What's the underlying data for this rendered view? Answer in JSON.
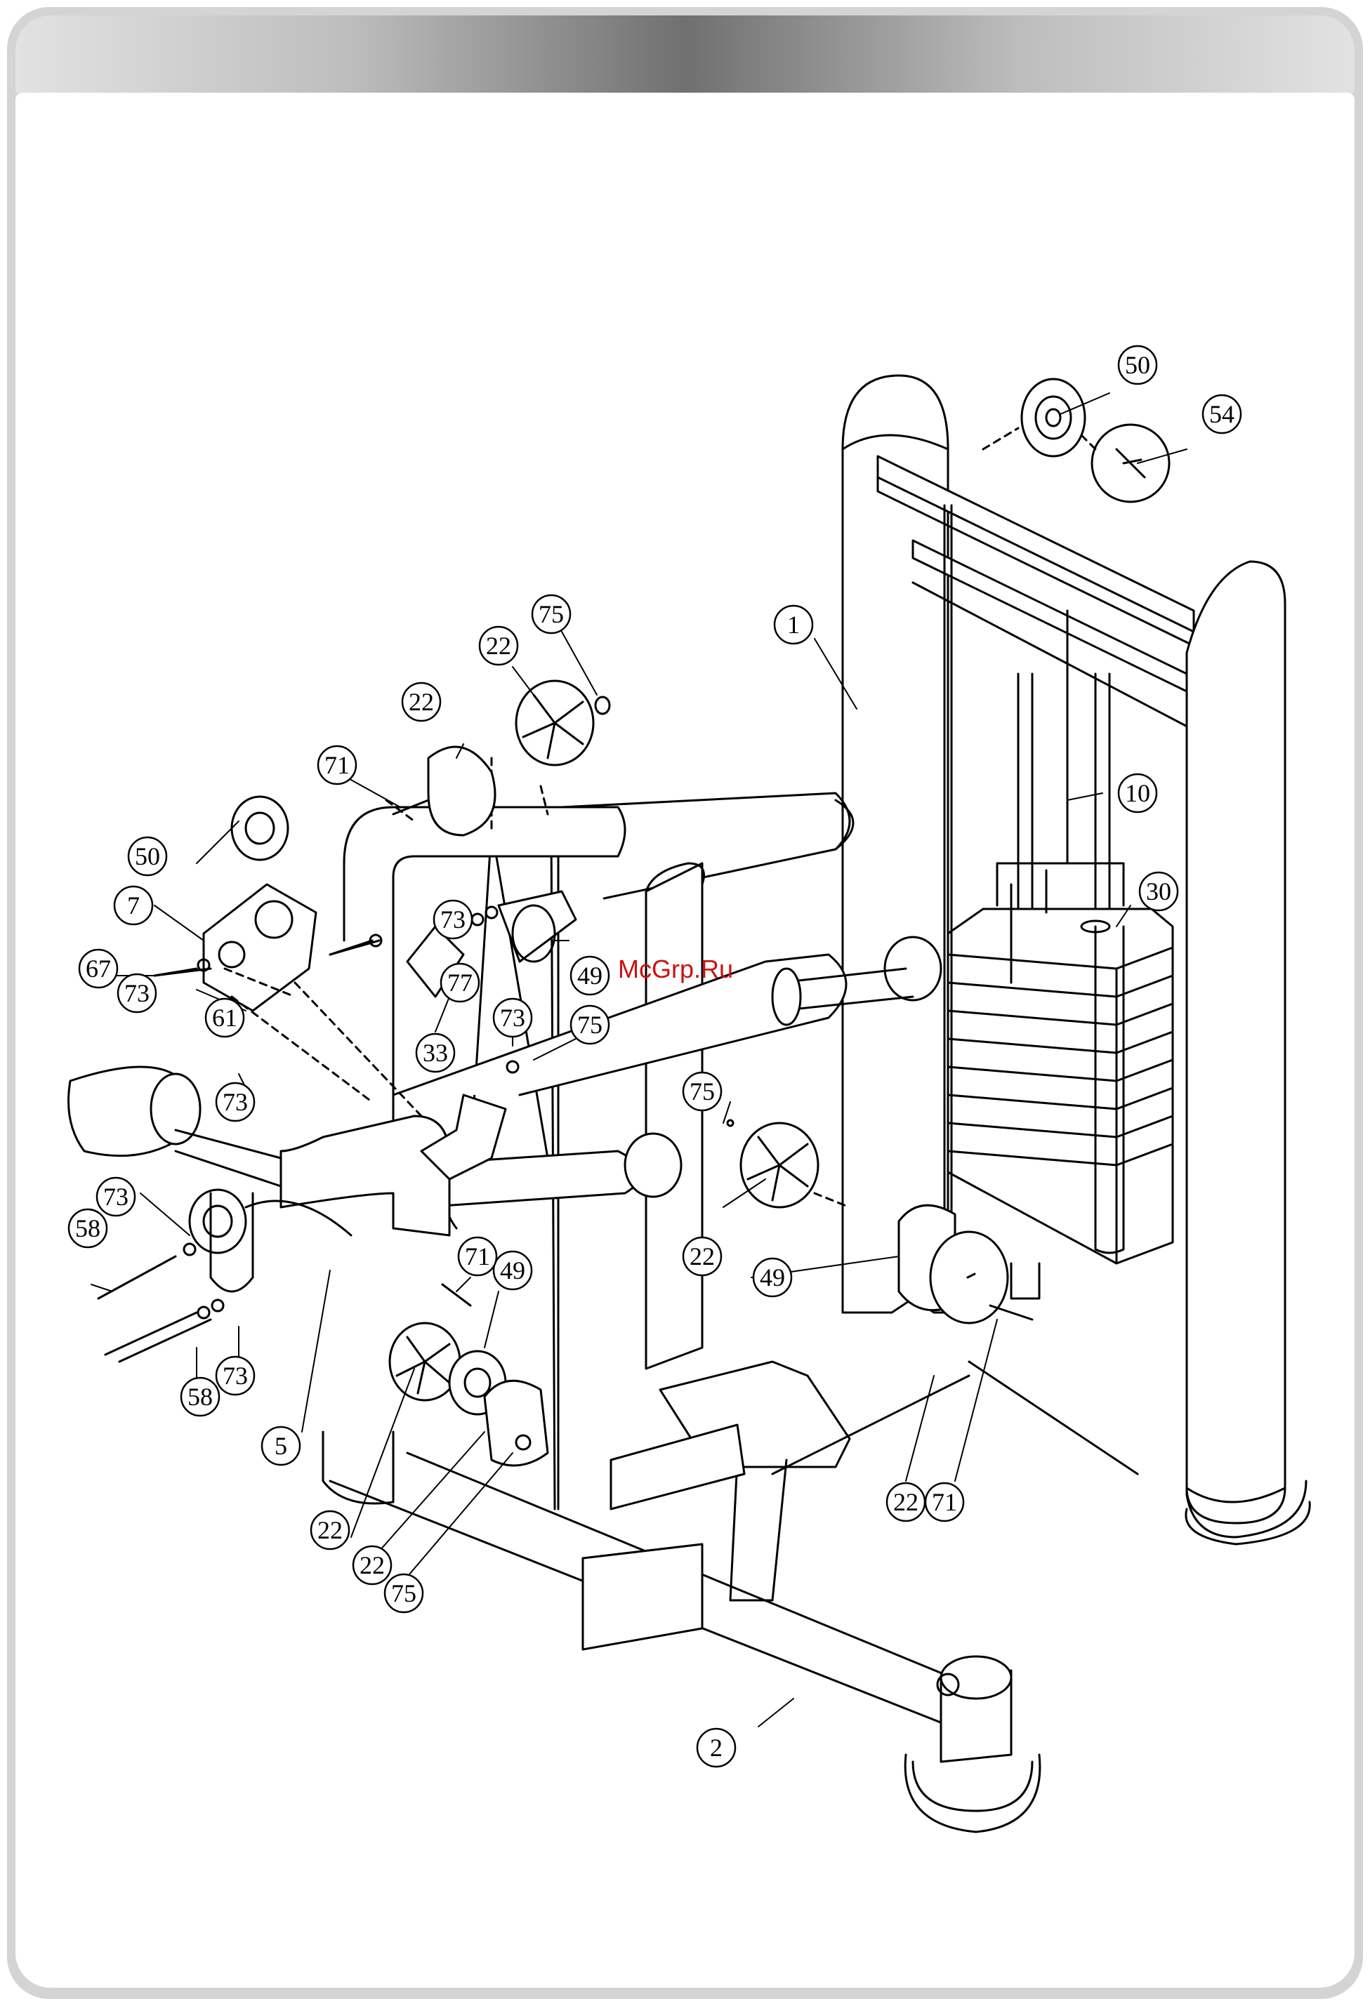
{
  "watermark": "McGrp.Ru",
  "callouts": [
    {
      "id": "c1",
      "label": "1"
    },
    {
      "id": "c2",
      "label": "2"
    },
    {
      "id": "c5",
      "label": "5"
    },
    {
      "id": "c7",
      "label": "7"
    },
    {
      "id": "c10",
      "label": "10"
    },
    {
      "id": "c22a",
      "label": "22"
    },
    {
      "id": "c22b",
      "label": "22"
    },
    {
      "id": "c22c",
      "label": "22"
    },
    {
      "id": "c22d",
      "label": "22"
    },
    {
      "id": "c22e",
      "label": "22"
    },
    {
      "id": "c22f",
      "label": "22"
    },
    {
      "id": "c30",
      "label": "30"
    },
    {
      "id": "c33",
      "label": "33"
    },
    {
      "id": "c49a",
      "label": "49"
    },
    {
      "id": "c49b",
      "label": "49"
    },
    {
      "id": "c49c",
      "label": "49"
    },
    {
      "id": "c50a",
      "label": "50"
    },
    {
      "id": "c50b",
      "label": "50"
    },
    {
      "id": "c54",
      "label": "54"
    },
    {
      "id": "c58a",
      "label": "58"
    },
    {
      "id": "c58b",
      "label": "58"
    },
    {
      "id": "c61",
      "label": "61"
    },
    {
      "id": "c67",
      "label": "67"
    },
    {
      "id": "c71a",
      "label": "71"
    },
    {
      "id": "c71b",
      "label": "71"
    },
    {
      "id": "c71c",
      "label": "71"
    },
    {
      "id": "c73a",
      "label": "73"
    },
    {
      "id": "c73b",
      "label": "73"
    },
    {
      "id": "c73c",
      "label": "73"
    },
    {
      "id": "c73d",
      "label": "73"
    },
    {
      "id": "c73e",
      "label": "73"
    },
    {
      "id": "c73f",
      "label": "73"
    },
    {
      "id": "c75a",
      "label": "75"
    },
    {
      "id": "c75b",
      "label": "75"
    },
    {
      "id": "c75c",
      "label": "75"
    },
    {
      "id": "c75d",
      "label": "75"
    },
    {
      "id": "c77",
      "label": "77"
    }
  ]
}
